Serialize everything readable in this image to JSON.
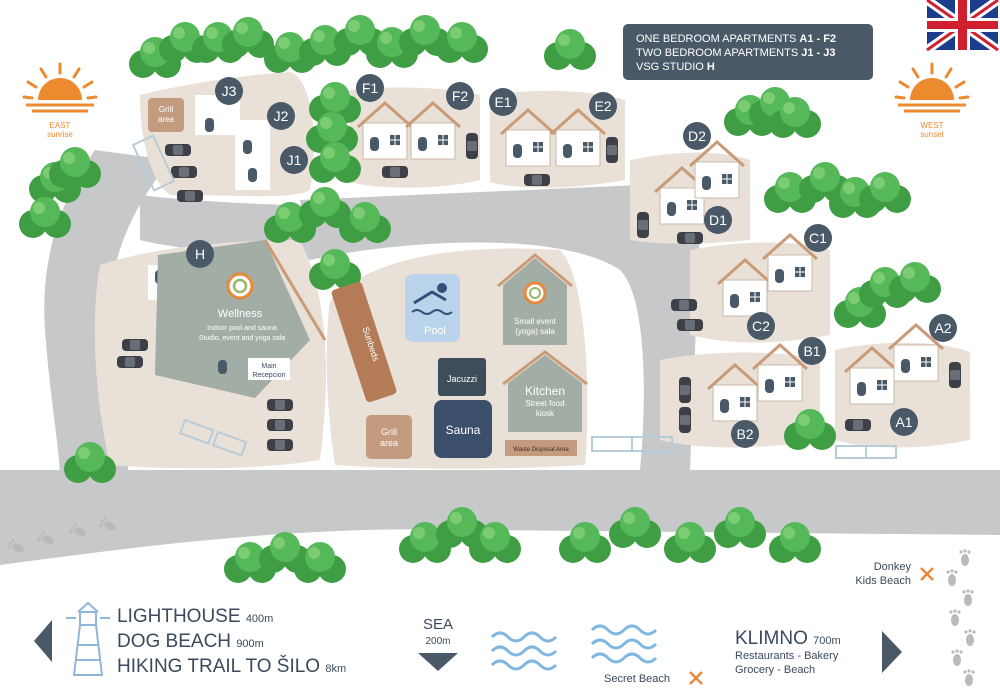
{
  "legend": {
    "line1_prefix": "ONE BEDROOM APARTMENTS ",
    "line1_range": "A1 - F2",
    "line2_prefix": "TWO BEDROOM APARTMENTS ",
    "line2_range": "J1 -  J3",
    "line3_prefix": "VSG STUDIO ",
    "line3_range": "H"
  },
  "compass": {
    "east": {
      "title": "EAST",
      "sub": "sunrise"
    },
    "west": {
      "title": "WEST",
      "sub": "sunset"
    }
  },
  "units": {
    "A1": "A1",
    "A2": "A2",
    "B1": "B1",
    "B2": "B2",
    "C1": "C1",
    "C2": "C2",
    "D1": "D1",
    "D2": "D2",
    "E1": "E1",
    "E2": "E2",
    "F1": "F1",
    "F2": "F2",
    "J1": "J1",
    "J2": "J2",
    "J3": "J3",
    "H": "H"
  },
  "facilities": {
    "grill_top": [
      "Grill",
      "area"
    ],
    "wellness_title": "Wellness",
    "wellness_lines": [
      "Indoor pool and sauna",
      "Studio, event and yoga sala"
    ],
    "reception": [
      "Main",
      "Recepcion"
    ],
    "sunbeds": "Sunbeds",
    "pool": "Pool",
    "event_sala": [
      "Small event",
      "(yoga) sala"
    ],
    "jacuzzi": "Jacuzzi",
    "sauna": "Sauna",
    "kitchen_title": "Kitchen",
    "kitchen_lines": [
      "Street food",
      "kiosk"
    ],
    "waste": "Waste Disposal Area",
    "grill_bottom": [
      "Grill",
      "area"
    ]
  },
  "directions": {
    "left": [
      {
        "name": "LIGHTHOUSE",
        "dist": "400m"
      },
      {
        "name": "DOG BEACH",
        "dist": "900m"
      },
      {
        "name": "HIKING TRAIL TO ŠILO",
        "dist": "8km"
      }
    ],
    "sea": {
      "name": "SEA",
      "dist": "200m"
    },
    "secret_beach": "Secret Beach",
    "right": {
      "name": "KLIMNO",
      "dist": "700m",
      "lines": [
        "Restaurants - Bakery",
        "Grocery - Beach"
      ]
    },
    "donkey": [
      "Donkey",
      "Kids Beach"
    ]
  },
  "colors": {
    "road": "#c7c8ca",
    "plot": "#e9e1d7",
    "tree": "#4bae4f",
    "badge": "#4a5968",
    "accent_orange": "#e8883a",
    "sauna": "#3b4e6a",
    "pool": "#b8d3ea"
  }
}
